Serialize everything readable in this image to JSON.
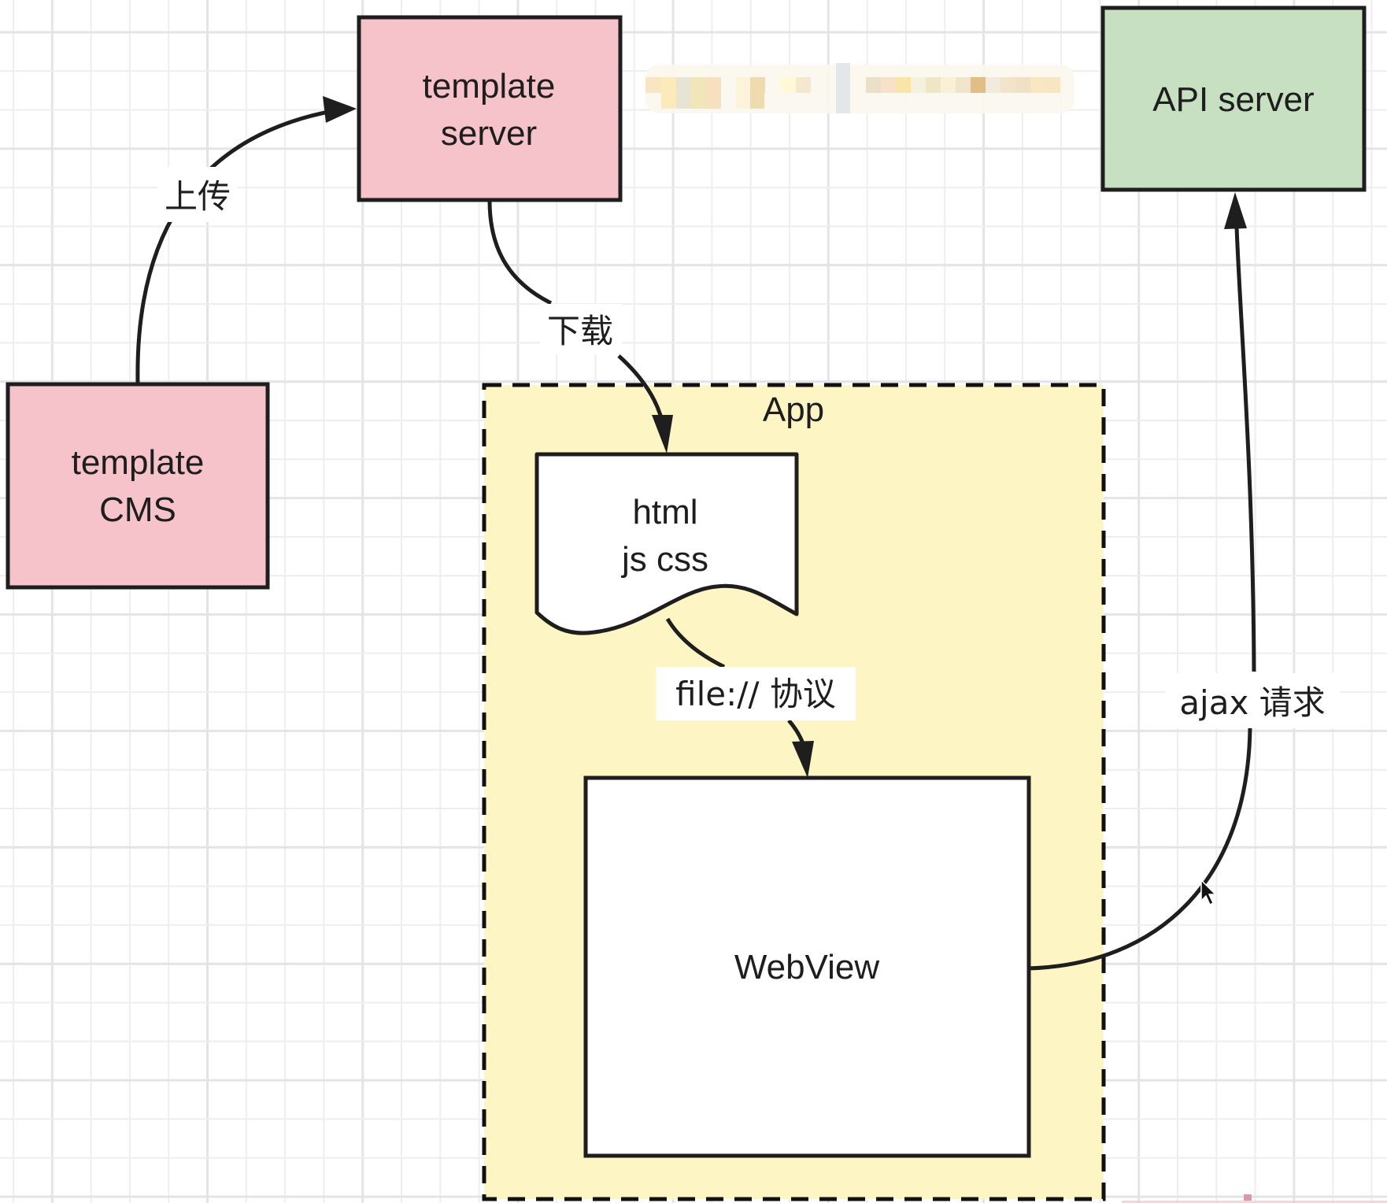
{
  "diagram": {
    "type": "architecture-flow",
    "colors": {
      "background": "#ffffff",
      "grid_line": "#eeeeee",
      "grid_line_major": "#e4e4e4",
      "stroke": "#1e1e1e",
      "pink_node": "#f5c3c9",
      "green_node": "#c6e0c1",
      "app_container": "#fdf5c3",
      "white_node": "#ffffff",
      "label_background": "#ffffff"
    },
    "nodes": {
      "template_cms": {
        "lines": [
          "template",
          "CMS"
        ]
      },
      "template_server": {
        "lines": [
          "template",
          "server"
        ]
      },
      "api_server": {
        "lines": [
          "API server"
        ]
      },
      "app_container": {
        "label": "App"
      },
      "assets_document": {
        "lines": [
          "html",
          "js css"
        ]
      },
      "webview": {
        "lines": [
          "WebView"
        ]
      }
    },
    "edges": [
      {
        "id": "upload",
        "from": "template_cms",
        "to": "template_server",
        "label": "上传"
      },
      {
        "id": "download",
        "from": "template_server",
        "to": "assets_document",
        "label": "下载"
      },
      {
        "id": "file_protocol",
        "from": "assets_document",
        "to": "webview",
        "label": "file:// 协议"
      },
      {
        "id": "ajax_request",
        "from": "webview",
        "to": "api_server",
        "label": "ajax 请求"
      }
    ],
    "redacted_region": {
      "description": "pixelated / blurred watermark"
    },
    "cursor": {
      "type": "arrow-pointer"
    }
  }
}
